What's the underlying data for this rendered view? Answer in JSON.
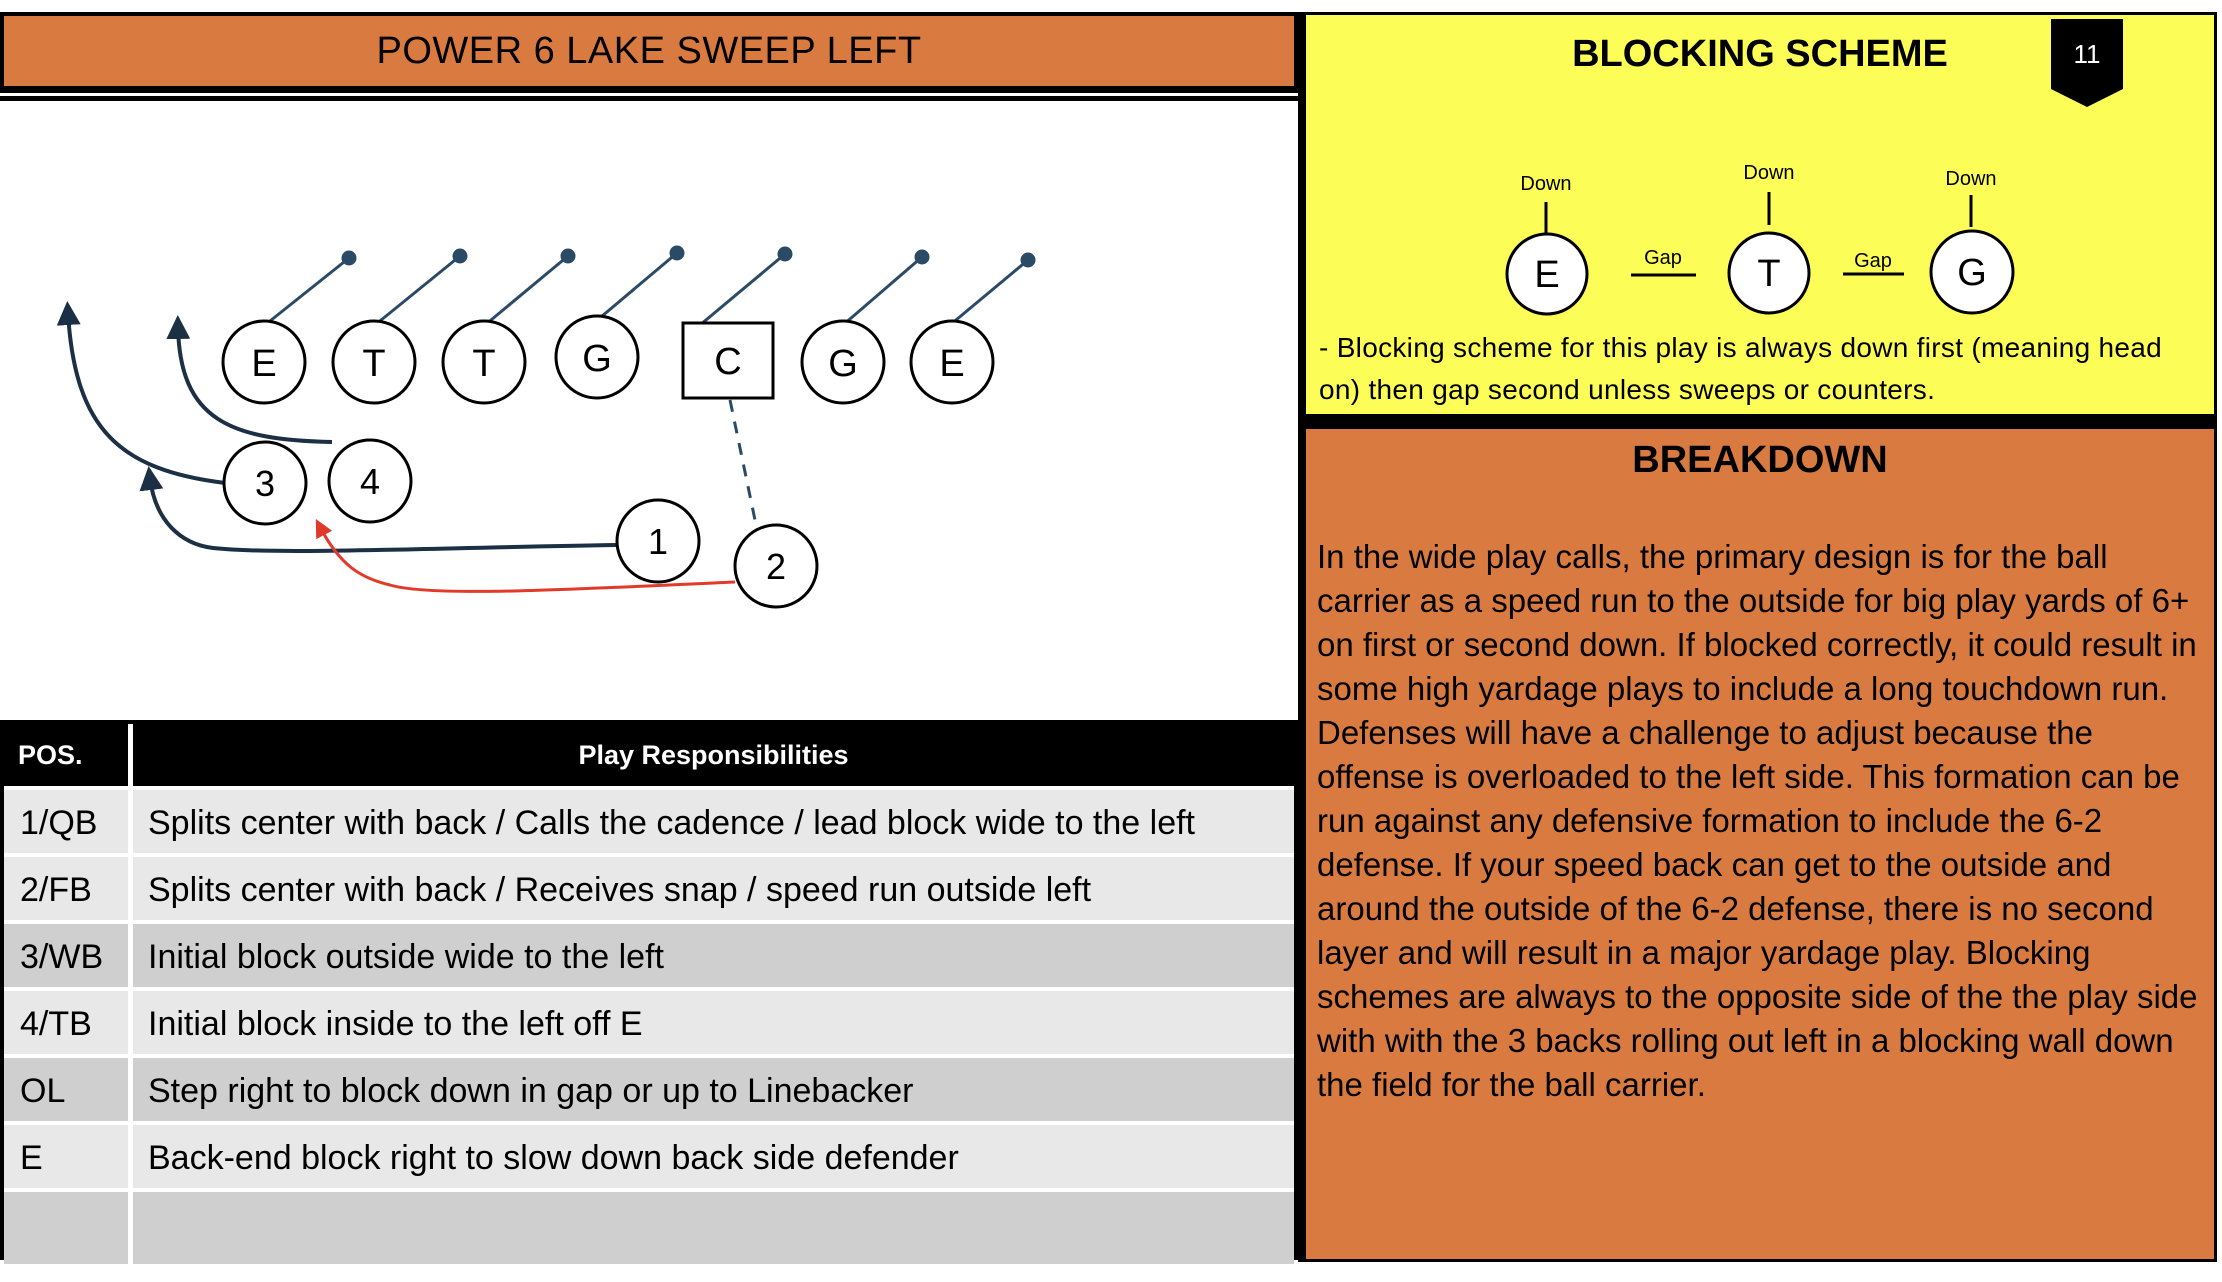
{
  "title": "POWER 6 LAKE SWEEP LEFT",
  "diagram": {
    "linemen": [
      "E",
      "T",
      "T",
      "G",
      "C",
      "G",
      "E"
    ],
    "backs": [
      "3",
      "4",
      "1",
      "2"
    ]
  },
  "table": {
    "pos_header": "POS.",
    "resp_header": "Play Responsibilities",
    "rows": [
      {
        "pos": "1/QB",
        "resp": "Splits center with back / Calls the cadence / lead block wide to the left"
      },
      {
        "pos": "2/FB",
        "resp": "Splits center with back / Receives snap / speed run outside left"
      },
      {
        "pos": "3/WB",
        "resp": "Initial block outside wide to the left"
      },
      {
        "pos": "4/TB",
        "resp": "Initial block inside to the left off E"
      },
      {
        "pos": "OL",
        "resp": "Step right to block down in gap or up to Linebacker"
      },
      {
        "pos": "E",
        "resp": "Back-end block right to slow down back side defender"
      },
      {
        "pos": "",
        "resp": ""
      }
    ]
  },
  "blocking_scheme": {
    "title": "BLOCKING SCHEME",
    "page_number": "11",
    "players": [
      {
        "label": "E",
        "call": "Down"
      },
      {
        "label": "T",
        "call": "Down"
      },
      {
        "label": "G",
        "call": "Down"
      }
    ],
    "gap_label_1": "Gap",
    "gap_label_2": "Gap",
    "note": "- Blocking scheme for this play is always down first (meaning head on) then gap second unless sweeps or counters."
  },
  "breakdown": {
    "title": "BREAKDOWN",
    "text": "In the wide play calls, the primary design is for the ball carrier as a speed run to the outside for big play yards of 6+ on first or second down. If blocked correctly, it could result in some high yardage plays to include a long touchdown run. Defenses will have a challenge to adjust because the offense is overloaded to the left side. This formation can be run against any defensive formation to include the 6-2 defense. If your speed back can get to the outside and around the outside of the 6-2 defense, there is no second layer and will result in a major yardage play. Blocking schemes are always to the opposite side of the the play side with with the 3 backs rolling out left in a blocking wall down the field for the ball carrier."
  },
  "colors": {
    "orange": "#d97a40",
    "yellow": "#fdfd57",
    "route_navy": "#1b2f45",
    "block_blue": "#2b4a66",
    "snap_route_red": "#e23a2a",
    "row_light": "#e8e8e8",
    "row_dark": "#cfcfcf"
  }
}
